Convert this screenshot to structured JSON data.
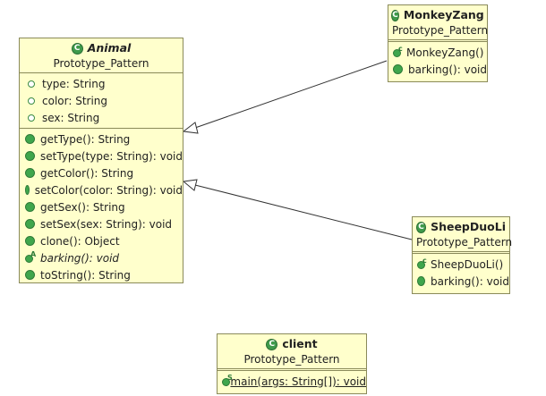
{
  "classes": {
    "animal": {
      "name": "Animal",
      "package": "Prototype_Pattern",
      "fields": [
        "type: String",
        "color: String",
        "sex: String"
      ],
      "methods": [
        {
          "label": "getType(): String"
        },
        {
          "label": "setType(type: String): void"
        },
        {
          "label": "getColor(): String"
        },
        {
          "label": "setColor(color: String): void"
        },
        {
          "label": "getSex(): String"
        },
        {
          "label": "setSex(sex: String): void"
        },
        {
          "label": "clone(): Object"
        },
        {
          "label": "barking(): void",
          "badge": "A"
        },
        {
          "label": "toString(): String"
        }
      ]
    },
    "monkey": {
      "name": "MonkeyZang",
      "package": "Prototype_Pattern",
      "methods": [
        {
          "label": "MonkeyZang()",
          "badge": "c"
        },
        {
          "label": "barking(): void"
        }
      ]
    },
    "sheep": {
      "name": "SheepDuoLi",
      "package": "Prototype_Pattern",
      "methods": [
        {
          "label": "SheepDuoLi()",
          "badge": "c"
        },
        {
          "label": "barking(): void"
        }
      ]
    },
    "client": {
      "name": "client",
      "package": "Prototype_Pattern",
      "methods": [
        {
          "label": "main(args: String[]): void",
          "badge": "S"
        }
      ]
    }
  },
  "class_icon_letter": "C"
}
